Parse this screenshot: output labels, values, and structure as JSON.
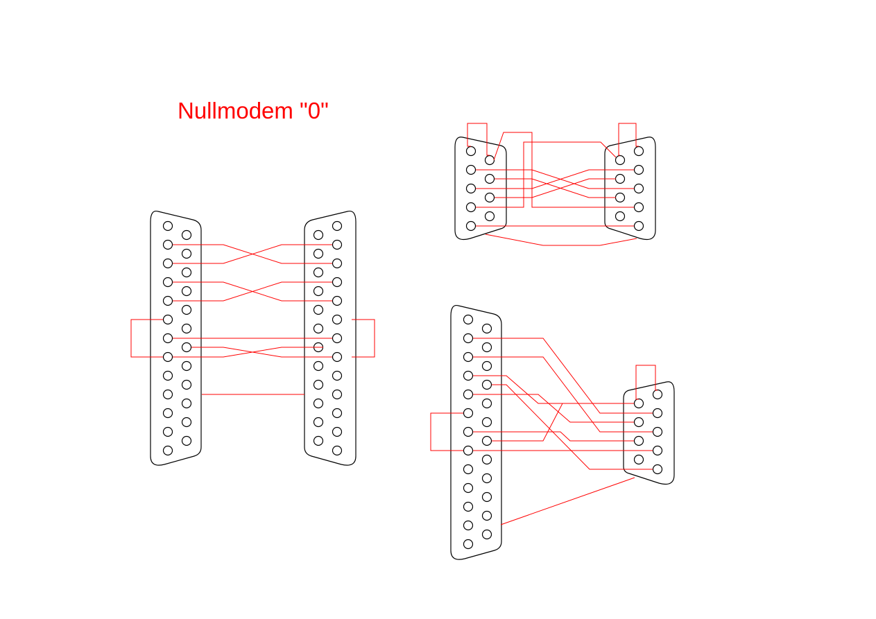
{
  "diagram": {
    "title": "Nullmodem \"0\"",
    "wire_color": "#ff0000",
    "outline_color": "#000000",
    "background": "#ffffff",
    "connectors": [
      {
        "id": "db25-left",
        "type": "DB25",
        "pins": 25
      },
      {
        "id": "db25-right",
        "type": "DB25",
        "pins": 25
      },
      {
        "id": "db9-top-left",
        "type": "DB9",
        "pins": 9
      },
      {
        "id": "db9-top-right",
        "type": "DB9",
        "pins": 9
      },
      {
        "id": "db25-bottom",
        "type": "DB25",
        "pins": 25
      },
      {
        "id": "db9-bottom",
        "type": "DB9",
        "pins": 9
      }
    ],
    "panels": [
      {
        "id": "db25-to-db25",
        "connectors": [
          "db25-left",
          "db25-right"
        ]
      },
      {
        "id": "db9-to-db9",
        "connectors": [
          "db9-top-left",
          "db9-top-right"
        ]
      },
      {
        "id": "db25-to-db9",
        "connectors": [
          "db25-bottom",
          "db9-bottom"
        ]
      }
    ]
  }
}
